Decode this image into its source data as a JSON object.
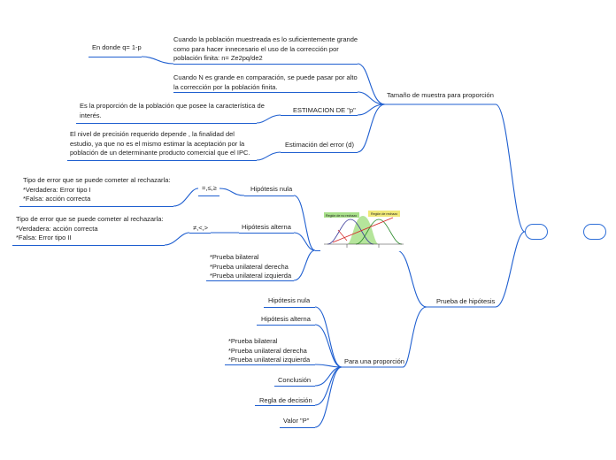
{
  "root": {
    "label": ""
  },
  "tamano": {
    "title": "Tamaño de muestra para proporción",
    "cuando_poblacion": [
      "Cuando la población muestreada es lo suficientemente grande",
      "como para hacer innecesario el uso de la corrección por",
      "población finita: n= Ze2pq/de2"
    ],
    "en_donde": "En donde q= 1-p",
    "cuando_n": [
      "Cuando N es grande en comparación, se puede pasar por alto",
      "la corrección por la población finita."
    ],
    "estimacion_p": "ESTIMACION DE \"p\"",
    "proporcion": [
      "Es la proporción de la población que posee la característica de",
      "interés."
    ],
    "estimacion_error": "Estimación del error (d)",
    "nivel_precision": [
      "El nivel de precisión requerido depende , la finalidad del",
      "estudio, ya que no es el mismo estimar la aceptación por la",
      "población de un determinante producto comercial que el IPC."
    ]
  },
  "prueba": {
    "title": "Prueba de hipótesis",
    "hip_nula": "Hipótesis nula",
    "hip_nula_sym": "=,≤,≥",
    "error_nula": [
      "Tipo de error que se puede cometer al rechazarla:",
      "*Verdadera: Error tipo I",
      "*Falsa: acción correcta"
    ],
    "hip_alterna": "Hipótesis alterna",
    "hip_alterna_sym": "≠,<,>",
    "error_alterna": [
      "Tipo de error que se puede cometer al rechazarla:",
      "*Verdadera: acción correcta",
      "*Falsa: Error tipo II"
    ],
    "pruebas": [
      "*Prueba bilateral",
      "*Prueba unilateral derecha",
      "*Prueba unilateral izquierda"
    ],
    "chart_labels": {
      "aceptacion": "Región de no rechazo",
      "rechazo": "Región de rechazo"
    }
  },
  "para_una": {
    "title": "Para una proporción",
    "hip_nula": "Hipótesis nula",
    "hip_alterna": "Hipótesis alterna",
    "pruebas": [
      "*Prueba bilateral",
      "*Prueba unilateral derecha",
      "*Prueba unilateral izquierda"
    ],
    "conclusion": "Conclusión",
    "regla": "Regla de decisión",
    "valor_p": "Valor \"P\""
  },
  "colors": {
    "line": "#1f5fd0",
    "node": "#2f6fd8",
    "region_ok": "#a8e08a",
    "region_reject": "#f0e878",
    "curve_red": "#d42a2a"
  }
}
